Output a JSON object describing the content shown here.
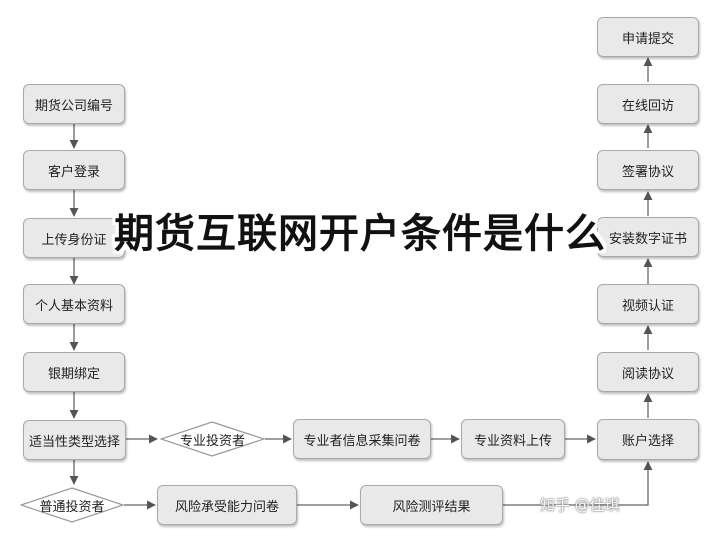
{
  "title": "期货互联网开户条件是什么",
  "watermark": "知乎 @佳琪",
  "left_column": {
    "company_code": "期货公司编号",
    "login": "客户登录",
    "upload_id": "上传身份证",
    "personal_info": "个人基本资料",
    "bank_binding": "银期绑定",
    "investor_type": "适当性类型选择"
  },
  "middle_row": {
    "professional": "专业投资者",
    "prof_questionnaire": "专业者信息采集问卷",
    "prof_upload": "专业资料上传"
  },
  "bottom_row": {
    "ordinary": "普通投资者",
    "risk_questionnaire": "风险承受能力问卷",
    "risk_result": "风险测评结果"
  },
  "right_column": {
    "account_select": "账户选择",
    "read_agreement": "阅读协议",
    "video_auth": "视频认证",
    "install_cert": "安装数字证书",
    "sign_agreement": "签署协议",
    "online_visit": "在线回访",
    "submit": "申请提交"
  }
}
